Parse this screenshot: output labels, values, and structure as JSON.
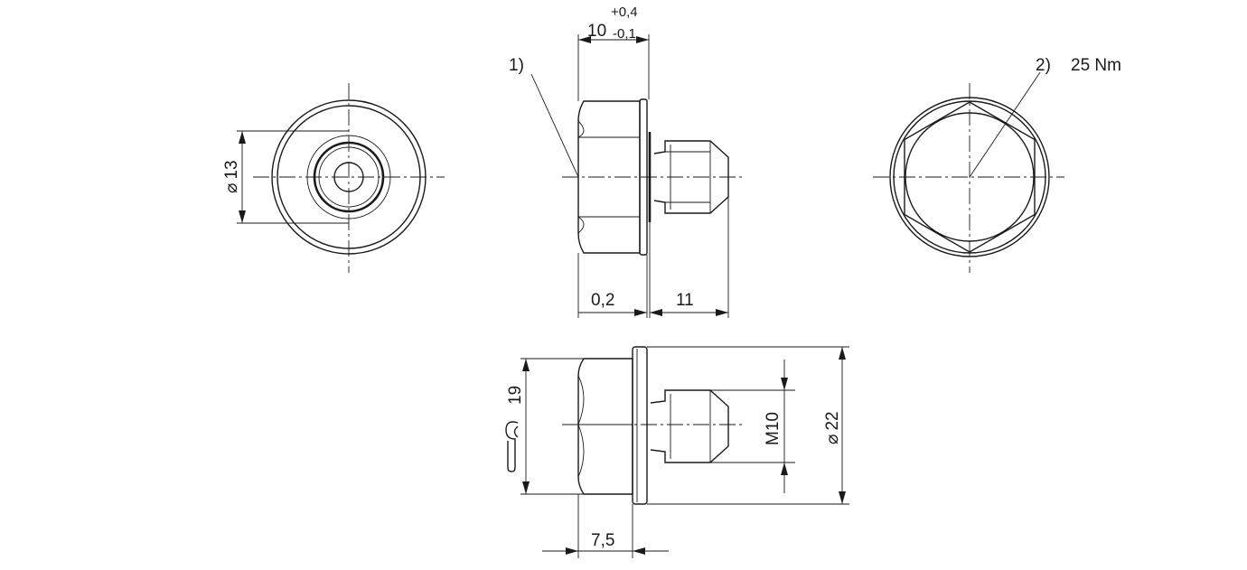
{
  "dimensions": {
    "length_main": "10",
    "tol_upper": "+0,4",
    "tol_lower": "-0,1",
    "gap": "0,2",
    "thread_length": "11",
    "hex_across_flats": "19",
    "thread": "M10",
    "flange_diameter": "22",
    "head_height": "7,5",
    "seal_diameter": "13"
  },
  "symbols": {
    "diameter": "⌀"
  },
  "notes": {
    "note1": "1)",
    "note2": "2)",
    "torque": "25 Nm"
  },
  "icons": {
    "wrench": "wrench-icon"
  }
}
